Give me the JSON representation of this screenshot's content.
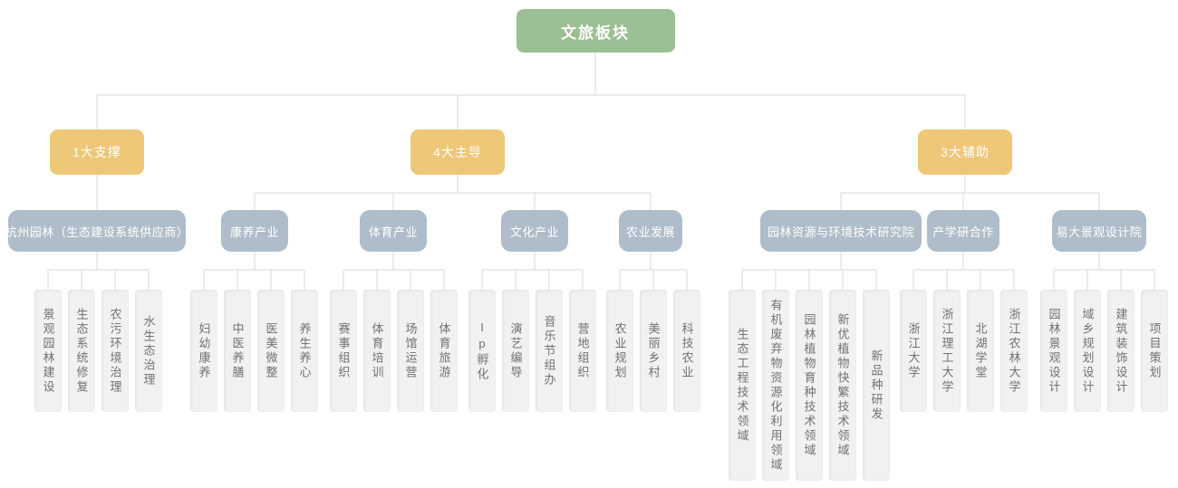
{
  "root": {
    "label": "文旅板块"
  },
  "branches": [
    {
      "label": "1大支撑",
      "groups": [
        {
          "label": "杭州园林（生态建设系统供应商）",
          "leaves": [
            "景观园林建设",
            "生态系统修复",
            "农污环境治理",
            "水生态治理"
          ]
        }
      ]
    },
    {
      "label": "4大主导",
      "groups": [
        {
          "label": "康养产业",
          "leaves": [
            "妇幼康养",
            "中医养膳",
            "医美微整",
            "养生养心"
          ]
        },
        {
          "label": "体育产业",
          "leaves": [
            "赛事组织",
            "体育培训",
            "场馆运营",
            "体育旅游"
          ]
        },
        {
          "label": "文化产业",
          "leaves": [
            "Ip孵化",
            "演艺编导",
            "音乐节组办",
            "营地组织"
          ]
        },
        {
          "label": "农业发展",
          "leaves": [
            "农业规划",
            "美丽乡村",
            "科技农业"
          ]
        }
      ]
    },
    {
      "label": "3大辅助",
      "groups": [
        {
          "label": "园林资源与环境技术研究院",
          "leaves": [
            "生态工程技术领域",
            "有机废弃物资源化利用领域",
            "园林植物育种技术领域",
            "新优植物快繁技术领域",
            "新品种研发"
          ]
        },
        {
          "label": "产学研合作",
          "leaves": [
            "浙江大学",
            "浙江理工大学",
            "北湖学堂",
            "浙江农林大学"
          ]
        },
        {
          "label": "易大景观设计院",
          "leaves": [
            "园林景观设计",
            "域乡规划设计",
            "建筑装饰设计",
            "项目策划"
          ]
        }
      ]
    }
  ],
  "colors": {
    "root_bg": "#9cbe94",
    "branch_bg": "#eec778",
    "group_bg": "#aebdc9",
    "leaf_bg": "#f1f1f1",
    "node_text": "#ffffff",
    "leaf_text": "#717171",
    "line": "#d9d9d9"
  }
}
